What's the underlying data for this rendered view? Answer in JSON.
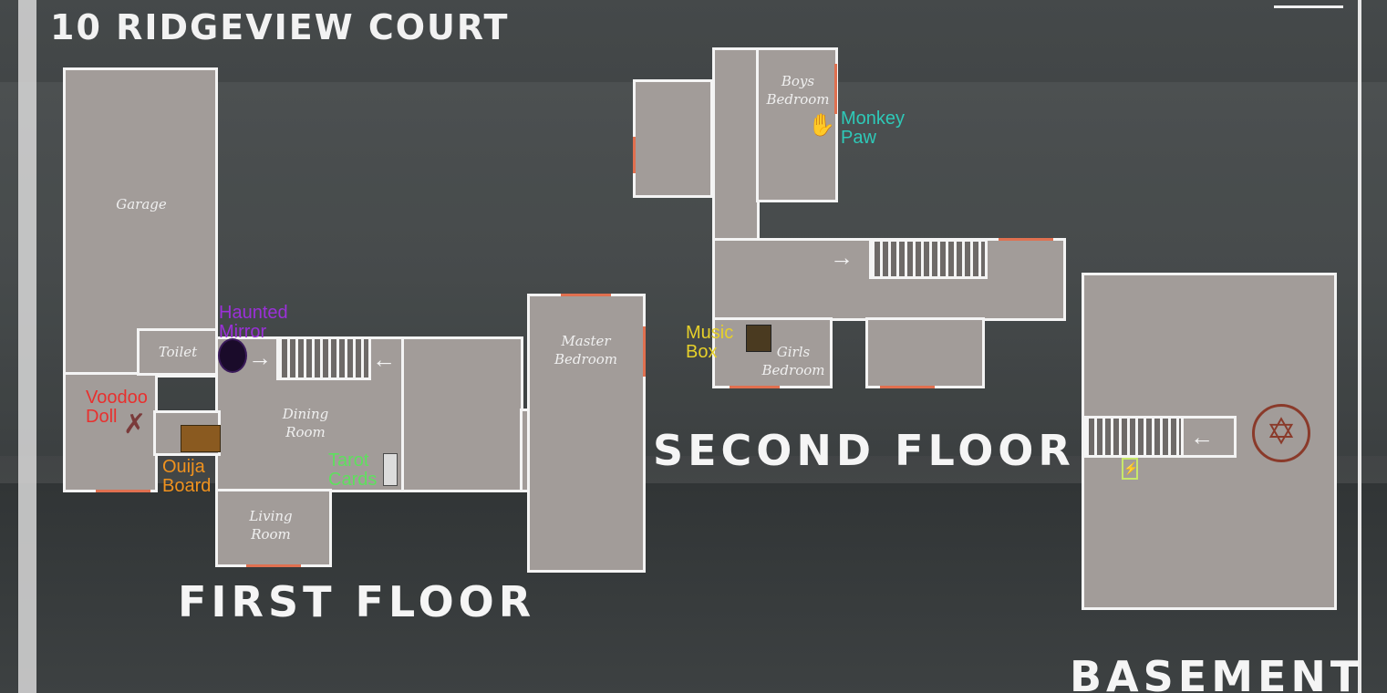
{
  "title": "10 RIDGEVIEW COURT",
  "floors": {
    "first": "FIRST FLOOR",
    "second": "SECOND FLOOR",
    "basement": "BASEMENT"
  },
  "rooms": {
    "garage": "Garage",
    "toilet": "Toilet",
    "dining": "Dining Room",
    "living": "Living Room",
    "master": "Master Bedroom",
    "boys": "Boys Bedroom",
    "girls": "Girls Bedroom"
  },
  "items": {
    "haunted_mirror": "Haunted Mirror",
    "voodoo_doll": "Voodoo Doll",
    "ouija_board": "Ouija Board",
    "tarot_cards": "Tarot Cards",
    "monkey_paw": "Monkey Paw",
    "music_box": "Music Box"
  },
  "colors": {
    "haunted_mirror": "#9b30d9",
    "voodoo_doll": "#e8302e",
    "ouija_board": "#f0921e",
    "tarot_cards": "#5ee05e",
    "monkey_paw": "#2ec9b8",
    "music_box": "#e6d02a"
  }
}
